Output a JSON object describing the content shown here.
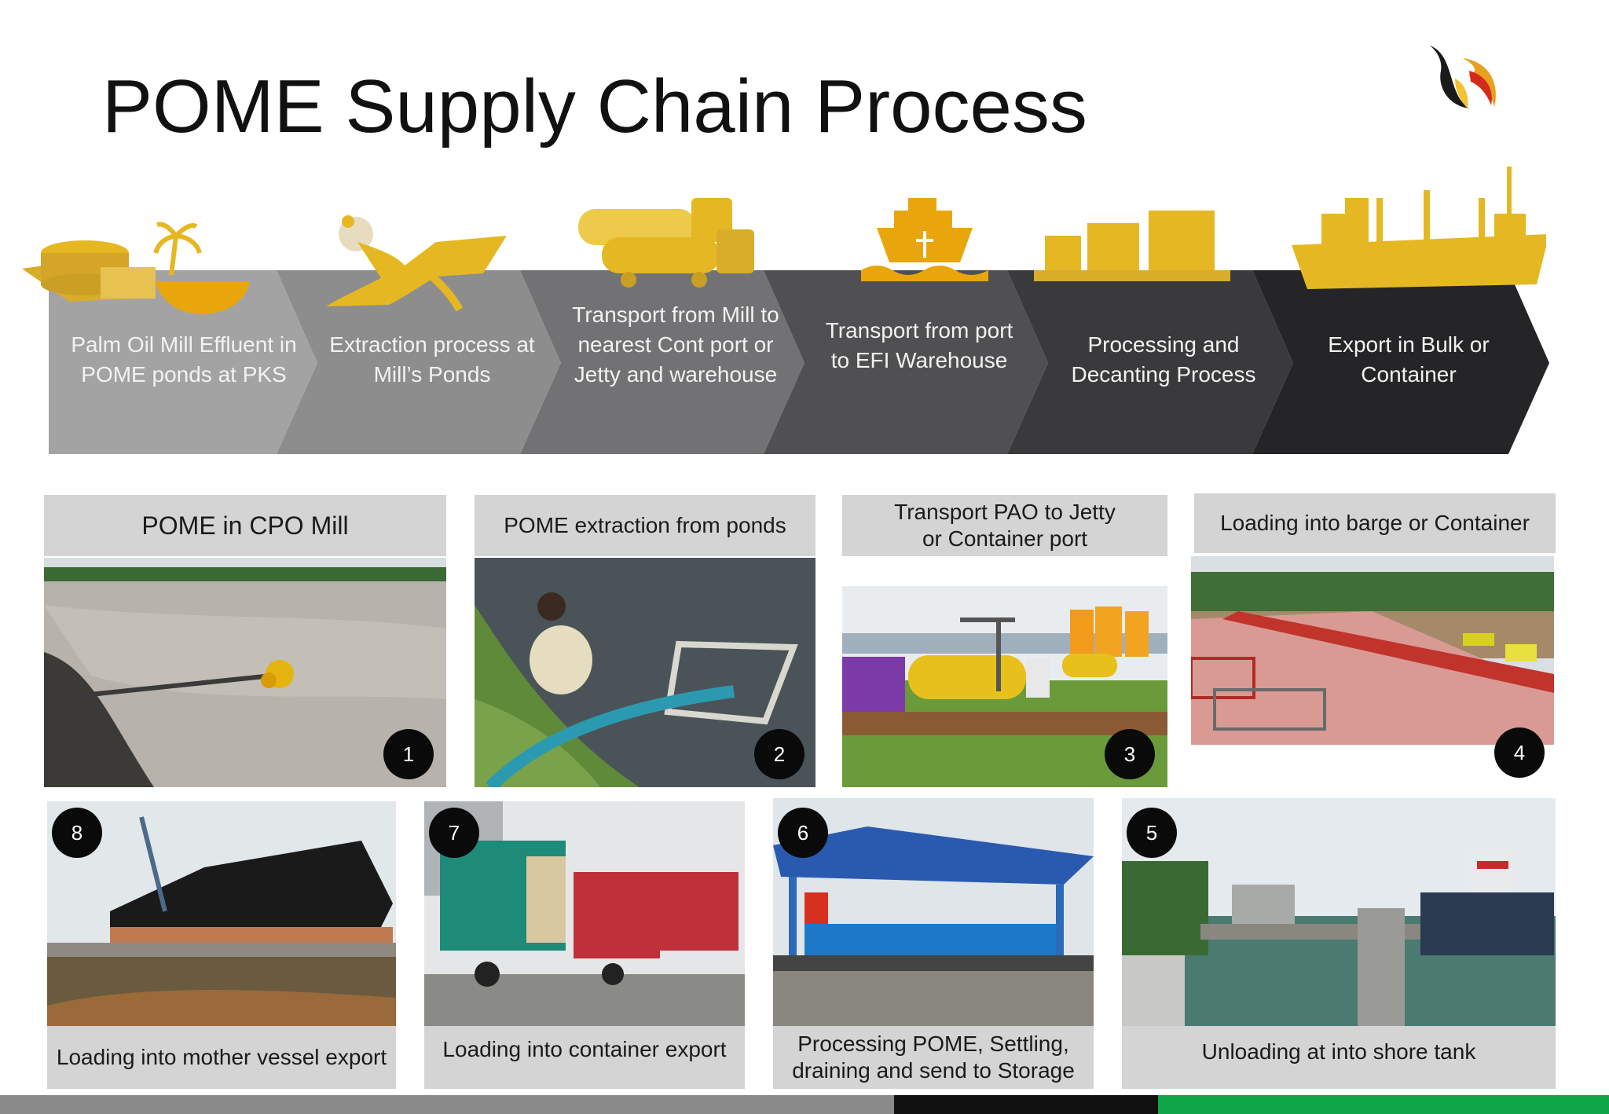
{
  "title": "POME Supply Chain Process",
  "colors": {
    "gold": "#e5b823",
    "chevron": [
      "#9e9e9f",
      "#8f8f90",
      "#727274",
      "#505052",
      "#3b3b3d",
      "#262628"
    ],
    "caption_bg": "#d4d4d4",
    "bar_gray": "#8a8a8a",
    "bar_black": "#111111",
    "bar_green": "#0fa64a"
  },
  "steps": [
    {
      "label": "Palm Oil Mill Effluent in POME ponds at PKS",
      "icon": "mill-pond-icon"
    },
    {
      "label": "Extraction process at Mill’s Ponds",
      "icon": "palm-extraction-icon"
    },
    {
      "label": "Transport from Mill to nearest Cont port or Jetty and warehouse",
      "icon": "tanker-truck-icon"
    },
    {
      "label": "Transport from port to EFI Warehouse",
      "icon": "ship-icon"
    },
    {
      "label": "Processing and Decanting Process",
      "icon": "storage-tanks-icon"
    },
    {
      "label": "Export in Bulk or Container",
      "icon": "cargo-vessel-icon"
    }
  ],
  "photos_top": [
    {
      "caption": "POME in CPO Mill",
      "number": "1",
      "scene": "pome-pond-photo"
    },
    {
      "caption": "POME extraction  from  ponds",
      "number": "2",
      "scene": "pond-extraction-photo"
    },
    {
      "caption": "Transport PAO to Jetty or Container port",
      "number": "3",
      "scene": "tank-trucks-photo"
    },
    {
      "caption": "Loading into barge or Container",
      "number": "4",
      "scene": "barge-loading-photo"
    }
  ],
  "photos_bottom": [
    {
      "caption": "Loading into mother vessel export",
      "number": "8",
      "scene": "mother-vessel-photo"
    },
    {
      "caption": "Loading into container export",
      "number": "7",
      "scene": "container-trucks-photo"
    },
    {
      "caption": "Processing POME, Settling, draining and send to Storage",
      "number": "6",
      "scene": "processing-shed-photo"
    },
    {
      "caption": "Unloading at into shore tank",
      "number": "5",
      "scene": "jetty-unloading-photo"
    }
  ]
}
